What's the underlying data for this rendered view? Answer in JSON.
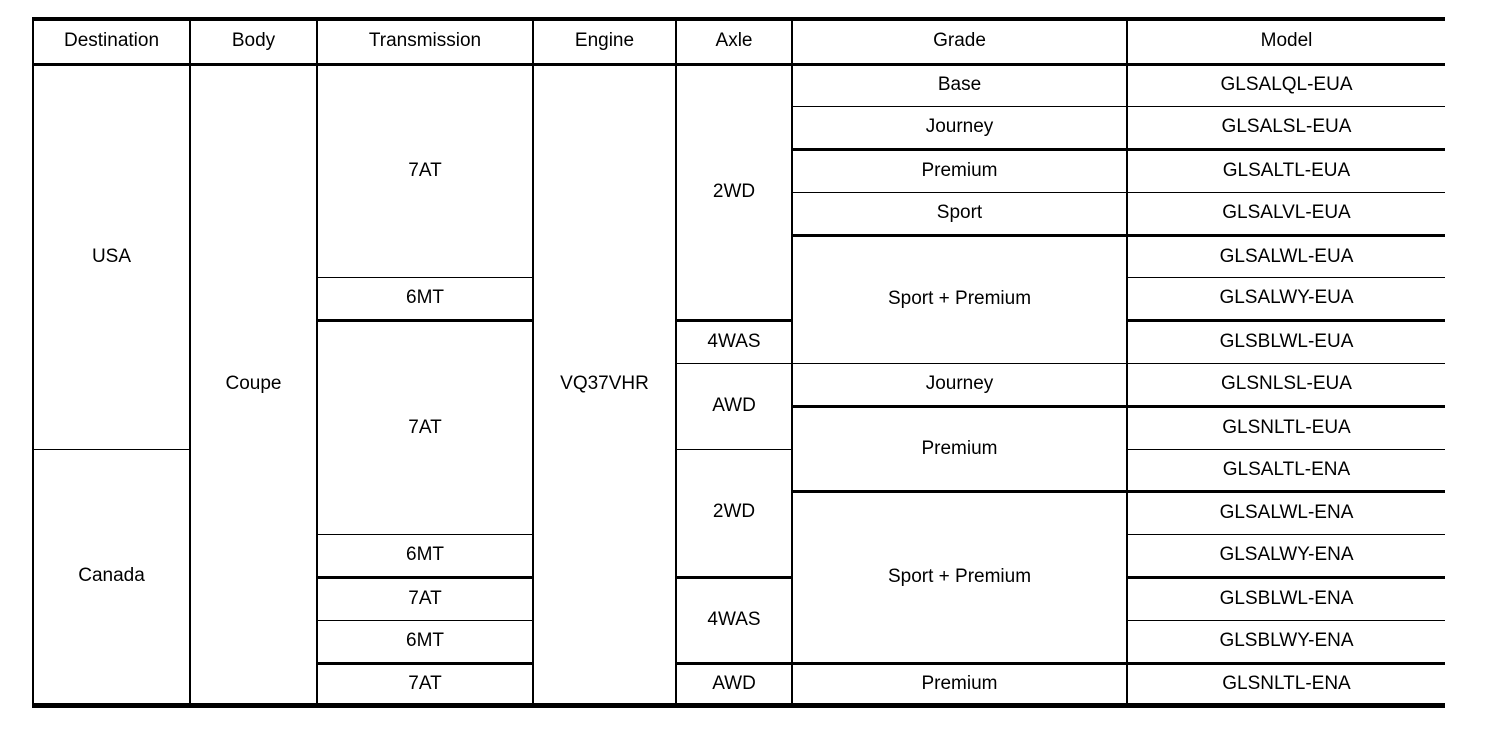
{
  "page": {
    "background_color": "#ffffff",
    "border_color": "#000000",
    "text_color": "#000000"
  },
  "table": {
    "headers": [
      "Destination",
      "Body",
      "Transmission",
      "Engine",
      "Axle",
      "Grade",
      "Model"
    ],
    "column_keys": [
      "destination",
      "body",
      "transmission",
      "engine",
      "axle",
      "grade",
      "model"
    ],
    "row_count": 15,
    "columns": {
      "destination": [
        {
          "label": "USA",
          "span": 9
        },
        {
          "label": "Canada",
          "span": 6
        }
      ],
      "body": [
        {
          "label": "Coupe",
          "span": 15
        }
      ],
      "transmission": [
        {
          "label": "7AT",
          "span": 5
        },
        {
          "label": "6MT",
          "span": 1
        },
        {
          "label": "7AT",
          "span": 5
        },
        {
          "label": "6MT",
          "span": 1
        },
        {
          "label": "7AT",
          "span": 1
        },
        {
          "label": "6MT",
          "span": 1
        },
        {
          "label": "7AT",
          "span": 1
        }
      ],
      "engine": [
        {
          "label": "VQ37VHR",
          "span": 15
        }
      ],
      "axle": [
        {
          "label": "2WD",
          "span": 6
        },
        {
          "label": "4WAS",
          "span": 1
        },
        {
          "label": "AWD",
          "span": 2
        },
        {
          "label": "2WD",
          "span": 3
        },
        {
          "label": "4WAS",
          "span": 2
        },
        {
          "label": "AWD",
          "span": 1
        }
      ],
      "grade": [
        {
          "label": "Base",
          "span": 1
        },
        {
          "label": "Journey",
          "span": 1
        },
        {
          "label": "Premium",
          "span": 1
        },
        {
          "label": "Sport",
          "span": 1
        },
        {
          "label": "Sport + Premium",
          "span": 3
        },
        {
          "label": "Journey",
          "span": 1
        },
        {
          "label": "Premium",
          "span": 2
        },
        {
          "label": "Sport + Premium",
          "span": 4
        },
        {
          "label": "Premium",
          "span": 1
        }
      ],
      "model": [
        {
          "label": "GLSALQL-EUA",
          "span": 1
        },
        {
          "label": "GLSALSL-EUA",
          "span": 1
        },
        {
          "label": "GLSALTL-EUA",
          "span": 1
        },
        {
          "label": "GLSALVL-EUA",
          "span": 1
        },
        {
          "label": "GLSALWL-EUA",
          "span": 1
        },
        {
          "label": "GLSALWY-EUA",
          "span": 1
        },
        {
          "label": "GLSBLWL-EUA",
          "span": 1
        },
        {
          "label": "GLSNLSL-EUA",
          "span": 1
        },
        {
          "label": "GLSNLTL-EUA",
          "span": 1
        },
        {
          "label": "GLSALTL-ENA",
          "span": 1
        },
        {
          "label": "GLSALWL-ENA",
          "span": 1
        },
        {
          "label": "GLSALWY-ENA",
          "span": 1
        },
        {
          "label": "GLSBLWL-ENA",
          "span": 1
        },
        {
          "label": "GLSBLWY-ENA",
          "span": 1
        },
        {
          "label": "GLSNLTL-ENA",
          "span": 1
        }
      ]
    }
  }
}
